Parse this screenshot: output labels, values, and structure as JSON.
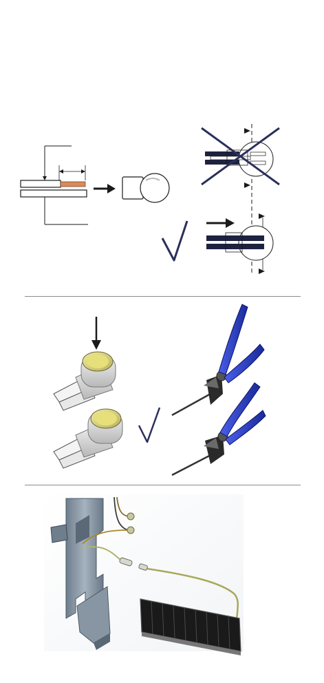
{
  "figure": {
    "panels": [
      {
        "id": "wire-strip-and-insert",
        "steps": [
          "strip-wire",
          "insert-into-connector"
        ],
        "result_incorrect": "cross-mark",
        "result_correct": "check-mark"
      },
      {
        "id": "crimp-with-pliers",
        "steps": [
          "press-cap",
          "crimp-with-pliers"
        ],
        "result_correct": "check-mark"
      },
      {
        "id": "connect-to-post",
        "steps": [
          "route-wire",
          "connect-panel"
        ]
      }
    ],
    "colors": {
      "copper": "#d98a5a",
      "plier-handle": "#2a3fc9",
      "cap-yellow": "#e6df7a",
      "post": "#8a99a8",
      "panel": "#1a1a1a"
    },
    "icons": [
      "arrow-right-icon",
      "arrow-down-icon",
      "cross-mark-icon",
      "check-mark-icon"
    ]
  }
}
